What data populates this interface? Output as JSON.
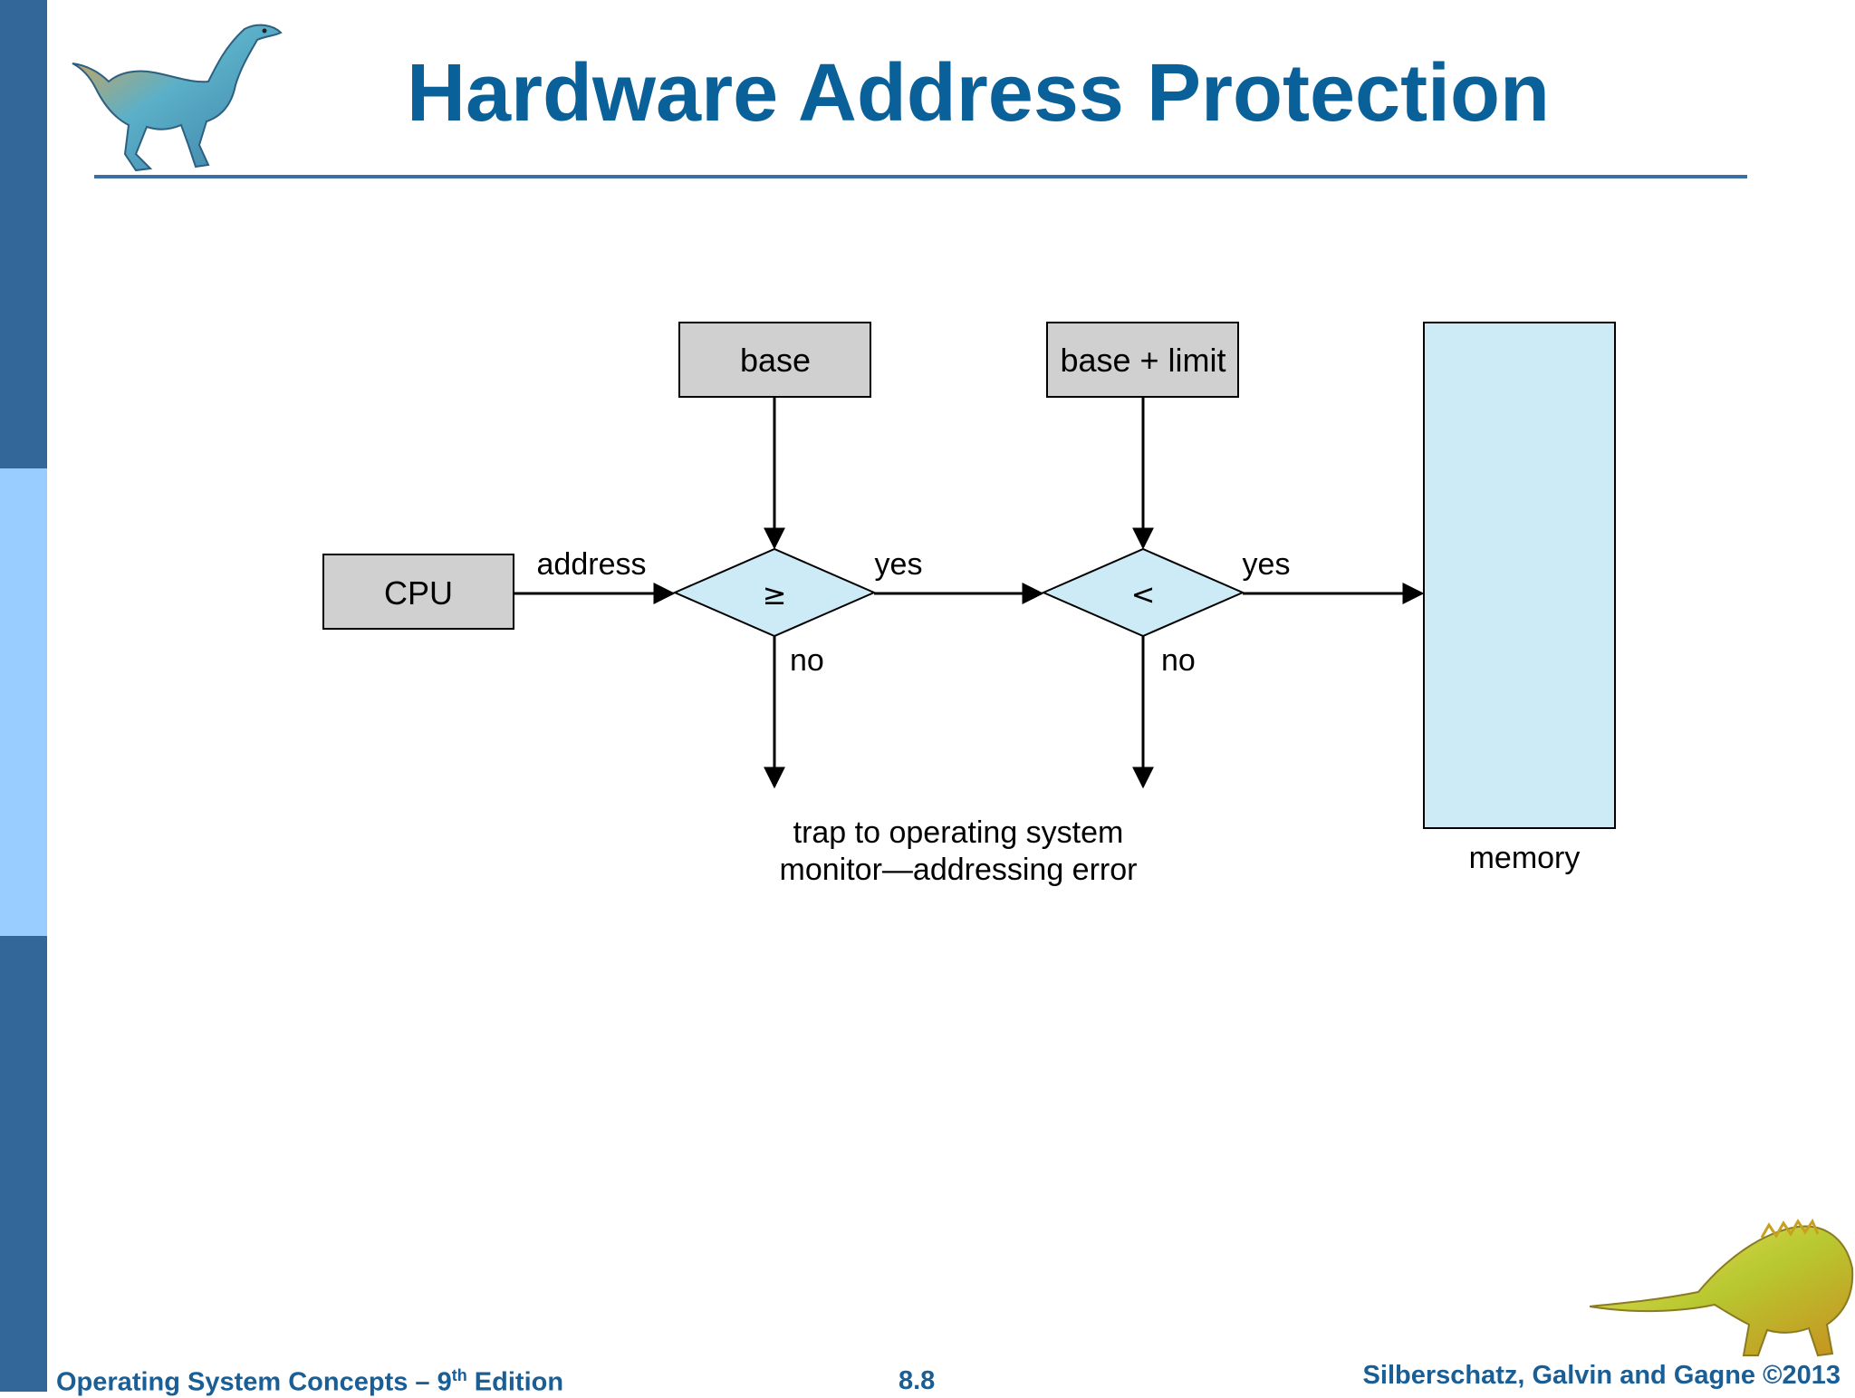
{
  "slide": {
    "title": "Hardware Address Protection"
  },
  "diagram": {
    "cpu_label": "CPU",
    "base_label": "base",
    "base_limit_label": "base + limit",
    "compare_ge_symbol": "≥",
    "compare_lt_symbol": "<",
    "address_label": "address",
    "yes_label_1": "yes",
    "yes_label_2": "yes",
    "no_label_1": "no",
    "no_label_2": "no",
    "trap_line_1": "trap to operating system",
    "trap_line_2": "monitor—addressing error",
    "memory_label": "memory",
    "colors": {
      "register_fill": "#d0d0d0",
      "compare_fill": "#cdeaf7",
      "memory_fill": "#cdeaf7",
      "stroke": "#000000"
    }
  },
  "footer": {
    "book_title": "Operating System Concepts – 9",
    "edition_sup": "th",
    "edition_word": " Edition",
    "page_number": "8.8",
    "copyright": "Silberschatz, Galvin and Gagne ©2013"
  },
  "theme": {
    "title_color": "#0a6199",
    "sidebar_dark": "#336699",
    "sidebar_light": "#99ccff"
  }
}
